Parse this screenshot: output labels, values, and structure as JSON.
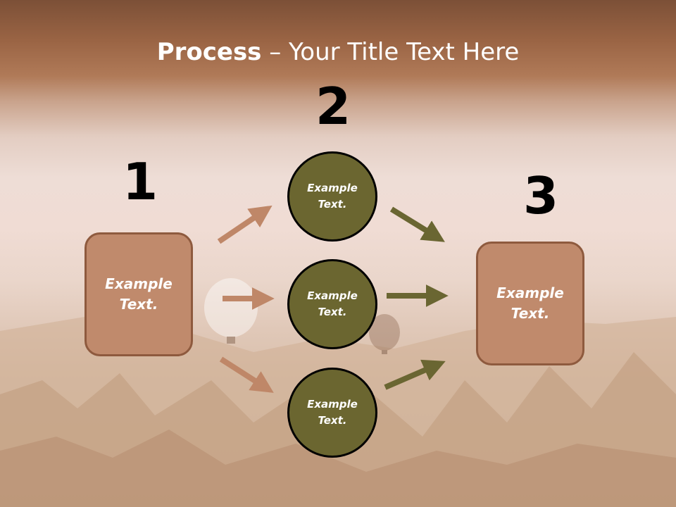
{
  "title": {
    "bold": "Process",
    "rest": " – Your Title Text Here"
  },
  "steps": [
    {
      "number": "1",
      "text": "Example\nText."
    },
    {
      "number": "2",
      "items": [
        {
          "text": "Example\nText."
        },
        {
          "text": "Example\nText."
        },
        {
          "text": "Example\nText."
        }
      ]
    },
    {
      "number": "3",
      "text": "Example\nText."
    }
  ],
  "colors": {
    "box": "#c08a6c",
    "circle": "#6b6630",
    "arrow_brown": "#bf8768",
    "arrow_olive": "#6a6632"
  }
}
